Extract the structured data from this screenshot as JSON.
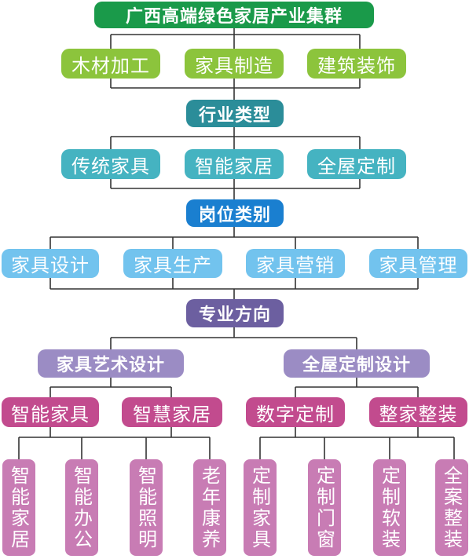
{
  "colors": {
    "green_dark": "#1a9a4a",
    "green_light": "#8cc43c",
    "teal_dark": "#2b8d99",
    "teal_light": "#45b3c1",
    "blue_dark": "#1a7fd0",
    "blue_light": "#72c3ee",
    "purple_dark": "#6c5fa0",
    "purple_light": "#9b8cc4",
    "magenta": "#c24b8e",
    "pink": "#c87cb4"
  },
  "root": {
    "label": "广西高端绿色家居产业集群"
  },
  "level1": {
    "items": [
      "木材加工",
      "家具制造",
      "建筑装饰"
    ]
  },
  "industry": {
    "title": "行业类型",
    "items": [
      "传统家具",
      "智能家居",
      "全屋定制"
    ]
  },
  "positions": {
    "title": "岗位类别",
    "items": [
      "家具设计",
      "家具生产",
      "家具营销",
      "家具管理"
    ]
  },
  "direction": {
    "title": "专业方向"
  },
  "branches": [
    {
      "label": "家具艺术设计",
      "subs": [
        "智能家具",
        "智慧家居"
      ],
      "leaves": [
        "智能家居",
        "智能办公",
        "智能照明",
        "老年康养"
      ]
    },
    {
      "label": "全屋定制设计",
      "subs": [
        "数字定制",
        "整家整装"
      ],
      "leaves": [
        "定制家具",
        "定制门窗",
        "定制软装",
        "全案整装"
      ]
    }
  ]
}
